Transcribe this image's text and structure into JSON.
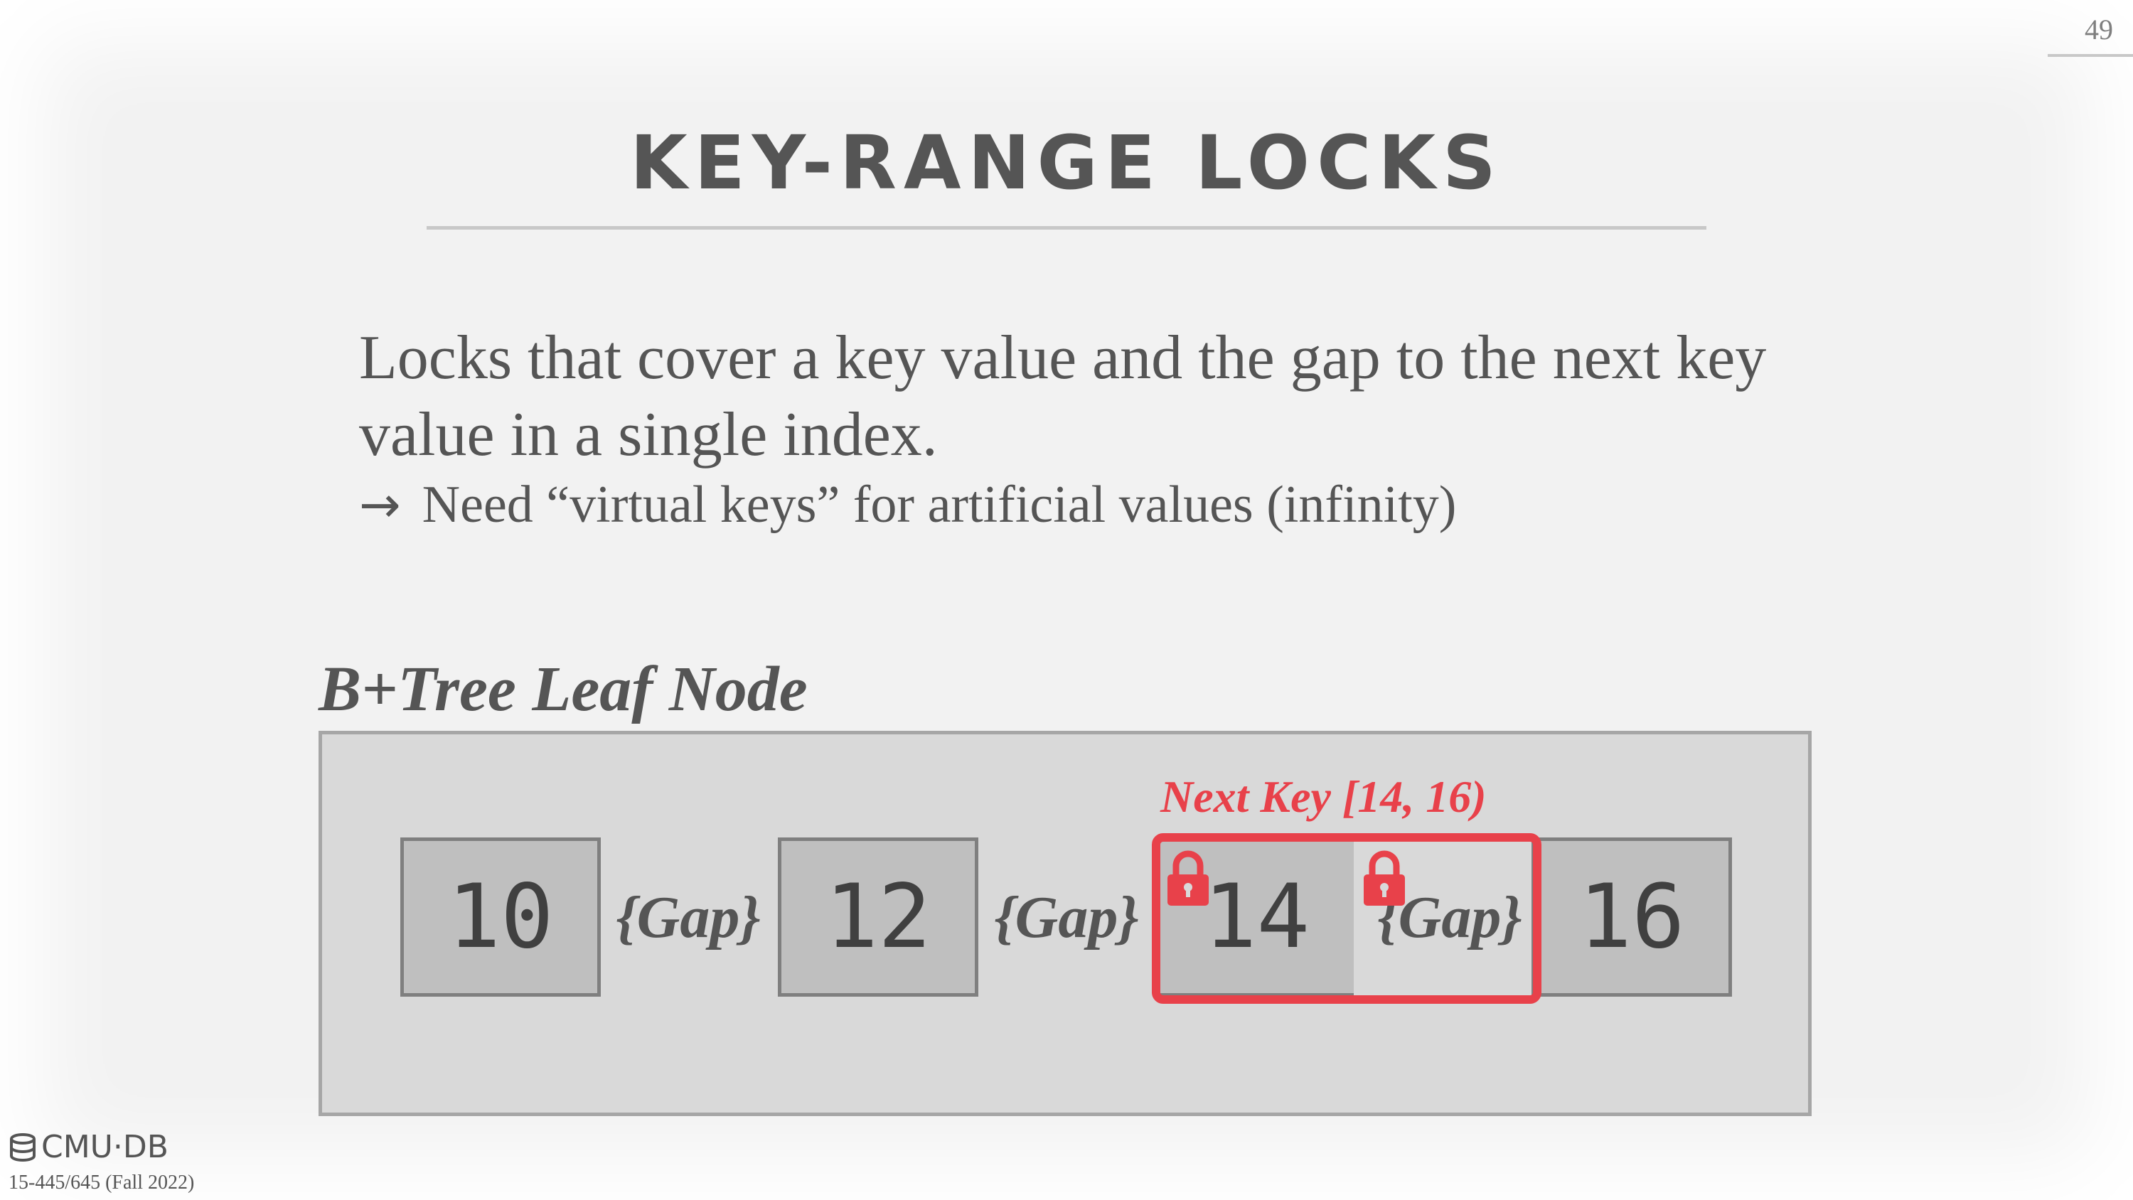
{
  "slide": {
    "page_number": "49",
    "title": "KEY-RANGE LOCKS",
    "body_line": "Locks that cover a key value and the gap to the next key value in a single index.",
    "sub_arrow": "→",
    "sub_bullet": "Need “virtual keys” for artificial values (infinity)"
  },
  "diagram": {
    "leaf_label": "B+Tree Leaf Node",
    "keys": [
      "10",
      "12",
      "14",
      "16"
    ],
    "gap_label": "{Gap}",
    "lock_label": "Next Key [14, 16)",
    "lock_color": "#e8414a"
  },
  "footer": {
    "logo_text": "CMU·DB",
    "course": "15-445/645 (Fall 2022)"
  }
}
